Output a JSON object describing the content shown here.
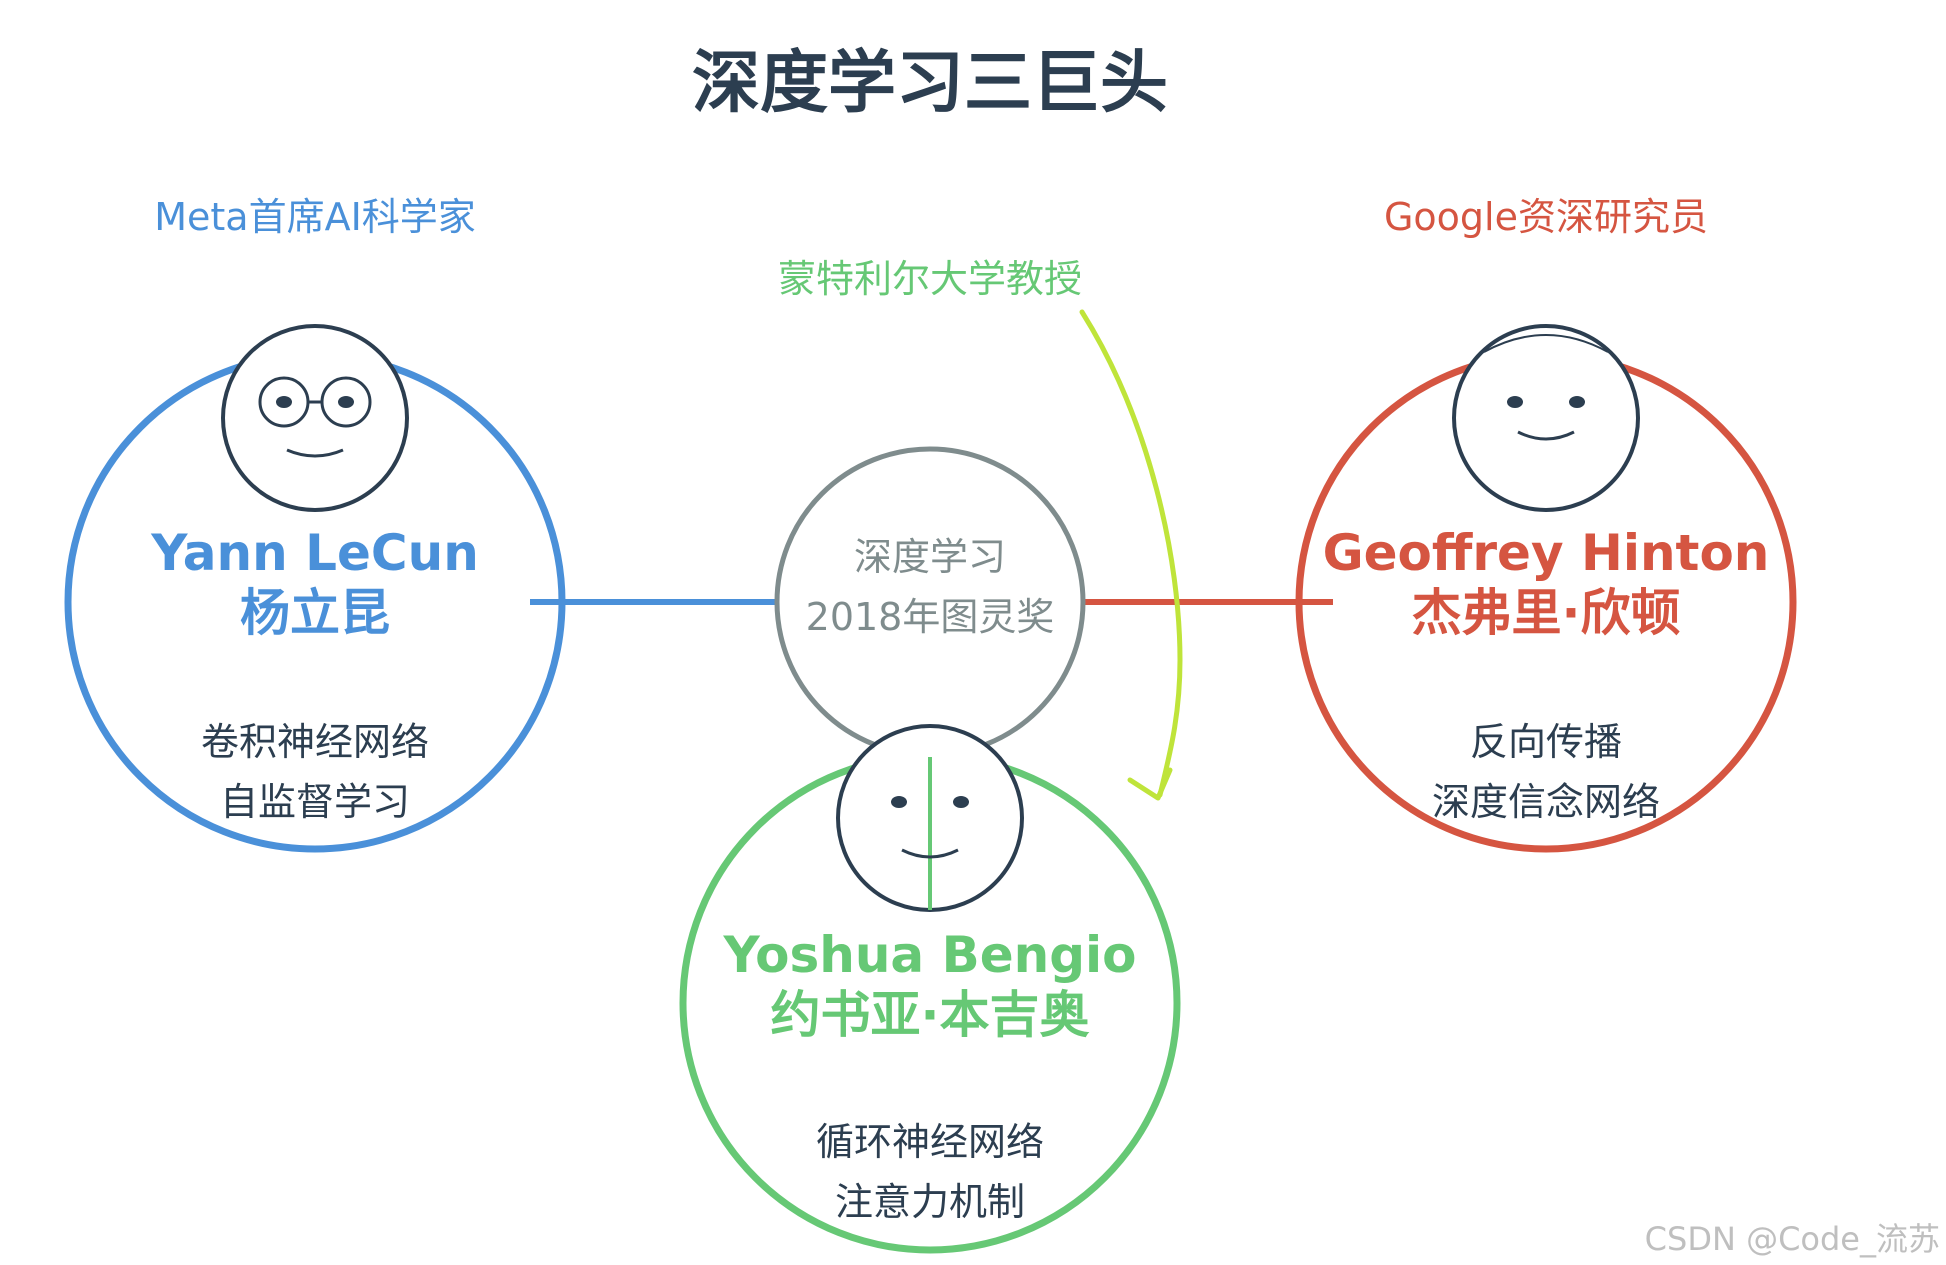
{
  "title": "深度学习三巨头",
  "center": {
    "line1": "深度学习",
    "line2": "2018年图灵奖"
  },
  "people": {
    "lecun": {
      "role": "Meta首席AI科学家",
      "name_en": "Yann LeCun",
      "name_zh": "杨立昆",
      "work1": "卷积神经网络",
      "work2": "自监督学习",
      "color": "#4a90d9"
    },
    "hinton": {
      "role": "Google资深研究员",
      "name_en": "Geoffrey Hinton",
      "name_zh": "杰弗里·欣顿",
      "work1": "反向传播",
      "work2": "深度信念网络",
      "color": "#d55541"
    },
    "bengio": {
      "role": "蒙特利尔大学教授",
      "name_en": "Yoshua Bengio",
      "name_zh": "约书亚·本吉奥",
      "work1": "循环神经网络",
      "work2": "注意力机制",
      "color": "#66c875"
    }
  },
  "colors": {
    "center": "#7f8c8d",
    "arrow": "#bfe43a",
    "face": "#2c3e50",
    "title": "#2c3e50"
  },
  "watermark": "CSDN @Code_流苏"
}
